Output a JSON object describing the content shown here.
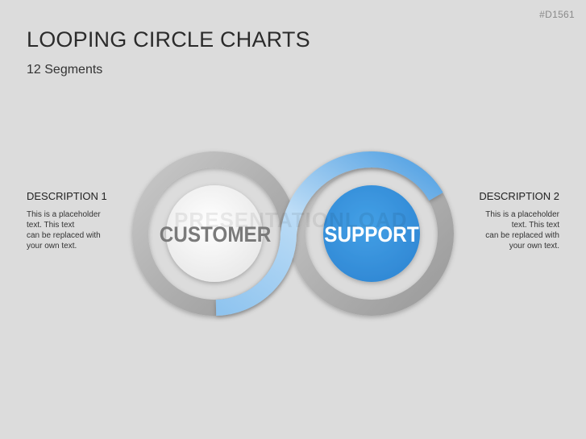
{
  "slide_id": "#D1561",
  "title": "LOOPING CIRCLE CHARTS",
  "subtitle": "12 Segments",
  "watermark": "PRESENTATIONLOAD",
  "left_circle": {
    "label": "CUSTOMER"
  },
  "right_circle": {
    "label": "SUPPORT"
  },
  "description_left": {
    "heading": "DESCRIPTION 1",
    "lines": [
      "This is a placeholder",
      "text. This text",
      "can be replaced with",
      "your own text."
    ]
  },
  "description_right": {
    "heading": "DESCRIPTION 2",
    "lines": [
      "This is a placeholder",
      "text. This text",
      "can be replaced with",
      "your own text."
    ]
  },
  "colors": {
    "background": "#dcdcdc",
    "ring_gray": "#b3b3b3",
    "accent_blue": "#3a95de",
    "light_blue": "#a9d2f3",
    "inner_light": "#f3f3f3"
  }
}
